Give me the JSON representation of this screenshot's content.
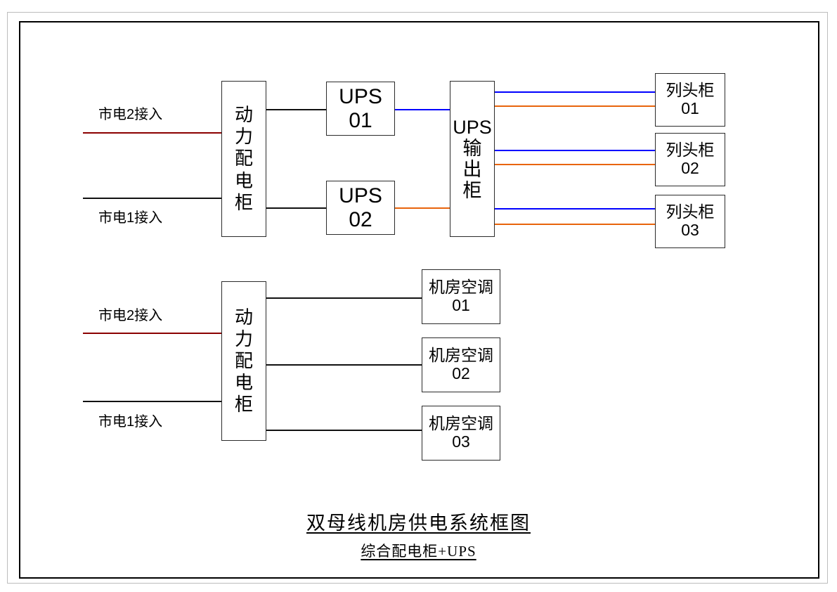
{
  "document": {
    "title": "双母线机房供电系统框图",
    "subtitle": "综合配电柜+UPS"
  },
  "colors": {
    "wire_black": "#111111",
    "wire_blue": "#0000FF",
    "wire_orange": "#E8640C",
    "wire_darkred": "#8B0000",
    "node_border": "#2B2B2B",
    "inner_frame": "#000000",
    "outer_frame": "#BDBDBD",
    "background": "#FFFFFF"
  },
  "ups_section": {
    "mains": [
      {
        "label": "市电2接入",
        "wire_color_name": "dark-red"
      },
      {
        "label": "市电1接入",
        "wire_color_name": "black"
      }
    ],
    "power_cabinet": {
      "chars": [
        "动",
        "力",
        "配",
        "电",
        "柜"
      ],
      "full_text": "动力配电柜"
    },
    "ups_units": [
      {
        "line1": "UPS",
        "line2": "01",
        "output_wire_color_name": "blue"
      },
      {
        "line1": "UPS",
        "line2": "02",
        "output_wire_color_name": "orange"
      }
    ],
    "output_cabinet": {
      "line1": "UPS",
      "line2": "输",
      "line3": "出",
      "line4": "柜",
      "full_text": "UPS输出柜"
    },
    "terminal_cabinets": [
      {
        "line1": "列头柜",
        "line2": "01",
        "feeds": [
          "blue",
          "orange"
        ]
      },
      {
        "line1": "列头柜",
        "line2": "02",
        "feeds": [
          "blue",
          "orange"
        ]
      },
      {
        "line1": "列头柜",
        "line2": "03",
        "feeds": [
          "blue",
          "orange"
        ]
      }
    ]
  },
  "hvac_section": {
    "mains": [
      {
        "label": "市电2接入",
        "wire_color_name": "dark-red"
      },
      {
        "label": "市电1接入",
        "wire_color_name": "black"
      }
    ],
    "power_cabinet": {
      "chars": [
        "动",
        "力",
        "配",
        "电",
        "柜"
      ],
      "full_text": "动力配电柜"
    },
    "air_conditioners": [
      {
        "line1": "机房空调",
        "line2": "01"
      },
      {
        "line1": "机房空调",
        "line2": "02"
      },
      {
        "line1": "机房空调",
        "line2": "03"
      }
    ]
  }
}
